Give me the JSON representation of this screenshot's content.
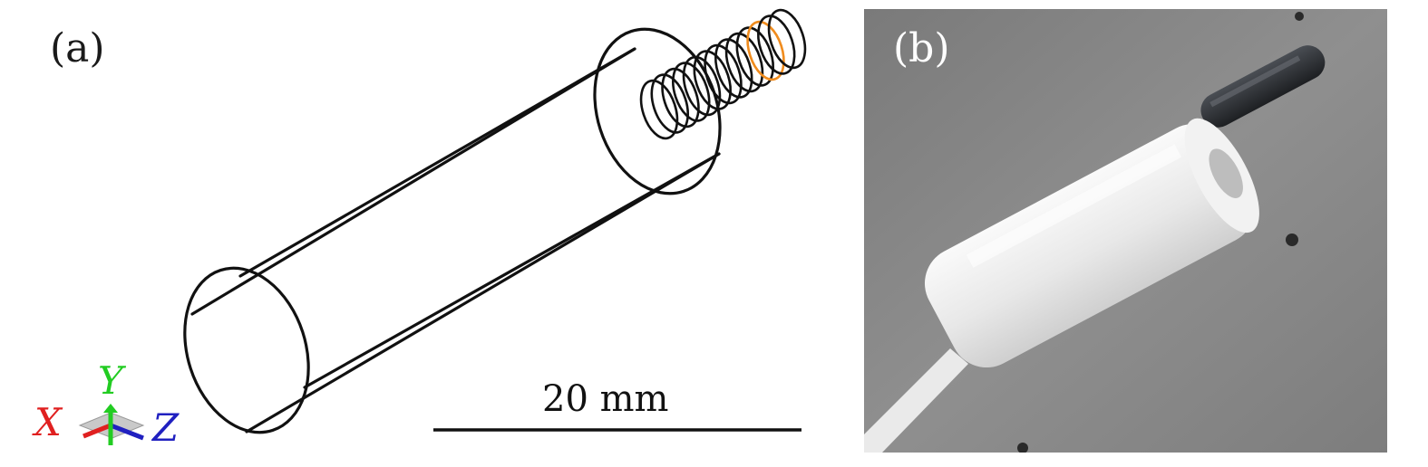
{
  "panel_a": {
    "label": "(a)",
    "scale_bar": {
      "text": "20 mm"
    },
    "axes": {
      "x": "X",
      "y": "Y",
      "z": "Z"
    }
  },
  "panel_b": {
    "label": "(b)"
  },
  "colors": {
    "x_axis": "#e02020",
    "y_axis": "#22cc22",
    "z_axis": "#2020c0",
    "wire": "#111111",
    "coil_accent": "#f08c1e",
    "photo_background": "#8a8a8a",
    "cylinder": "#ececec",
    "rod": "#2c2f33"
  }
}
